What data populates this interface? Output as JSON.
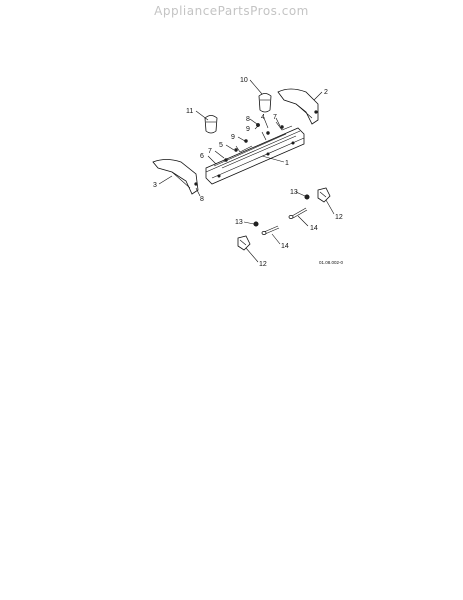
{
  "watermark": "AppliancePartsPros.com",
  "diagram": {
    "drawing_code": "01.08.002-0",
    "callouts": {
      "c1": "1",
      "c2": "2",
      "c3": "3",
      "c4": "4",
      "c5": "5",
      "c6": "6",
      "c7a": "7",
      "c7b": "7",
      "c8a": "8",
      "c8b": "8",
      "c9a": "9",
      "c9b": "9",
      "c10": "10",
      "c11": "11",
      "c12a": "12",
      "c12b": "12",
      "c13a": "13",
      "c13b": "13",
      "c14a": "14",
      "c14b": "14"
    }
  }
}
